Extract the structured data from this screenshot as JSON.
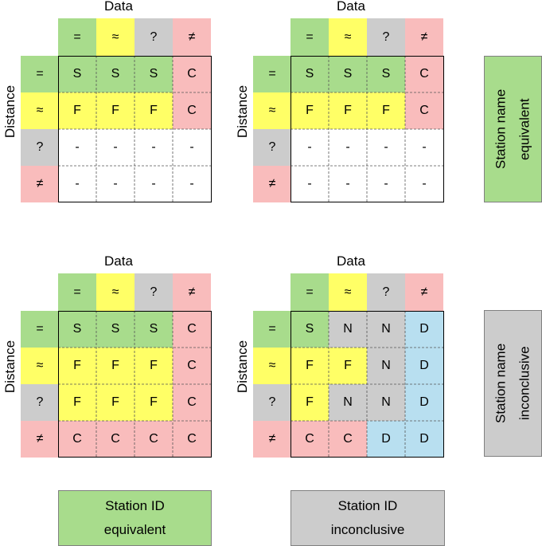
{
  "colors": {
    "equal": "#a8dc8c",
    "approx": "#ffff66",
    "unknown": "#cccccc",
    "different": "#f9bcbc",
    "disjoint": "#b8dff0",
    "empty": "#ffffff"
  },
  "axes": {
    "columns_label": "Data",
    "rows_label": "Distance"
  },
  "header_symbols": [
    "=",
    "≈",
    "?",
    "≠"
  ],
  "panels": [
    {
      "rows": [
        [
          "S",
          "S",
          "S",
          "C"
        ],
        [
          "F",
          "F",
          "F",
          "C"
        ],
        [
          "-",
          "-",
          "-",
          "-"
        ],
        [
          "-",
          "-",
          "-",
          "-"
        ]
      ],
      "fills": [
        [
          "equal",
          "equal",
          "equal",
          "different"
        ],
        [
          "approx",
          "approx",
          "approx",
          "different"
        ],
        [
          "empty",
          "empty",
          "empty",
          "empty"
        ],
        [
          "empty",
          "empty",
          "empty",
          "empty"
        ]
      ]
    },
    {
      "rows": [
        [
          "S",
          "S",
          "S",
          "C"
        ],
        [
          "F",
          "F",
          "F",
          "C"
        ],
        [
          "-",
          "-",
          "-",
          "-"
        ],
        [
          "-",
          "-",
          "-",
          "-"
        ]
      ],
      "fills": [
        [
          "equal",
          "equal",
          "equal",
          "different"
        ],
        [
          "approx",
          "approx",
          "approx",
          "different"
        ],
        [
          "empty",
          "empty",
          "empty",
          "empty"
        ],
        [
          "empty",
          "empty",
          "empty",
          "empty"
        ]
      ]
    },
    {
      "rows": [
        [
          "S",
          "S",
          "S",
          "C"
        ],
        [
          "F",
          "F",
          "F",
          "C"
        ],
        [
          "F",
          "F",
          "F",
          "C"
        ],
        [
          "C",
          "C",
          "C",
          "C"
        ]
      ],
      "fills": [
        [
          "equal",
          "equal",
          "equal",
          "different"
        ],
        [
          "approx",
          "approx",
          "approx",
          "different"
        ],
        [
          "approx",
          "approx",
          "approx",
          "different"
        ],
        [
          "different",
          "different",
          "different",
          "different"
        ]
      ]
    },
    {
      "rows": [
        [
          "S",
          "N",
          "N",
          "D"
        ],
        [
          "F",
          "F",
          "N",
          "D"
        ],
        [
          "F",
          "N",
          "N",
          "D"
        ],
        [
          "C",
          "C",
          "D",
          "D"
        ]
      ],
      "fills": [
        [
          "equal",
          "unknown",
          "unknown",
          "disjoint"
        ],
        [
          "approx",
          "approx",
          "unknown",
          "disjoint"
        ],
        [
          "approx",
          "unknown",
          "unknown",
          "disjoint"
        ],
        [
          "different",
          "different",
          "disjoint",
          "disjoint"
        ]
      ]
    }
  ],
  "row_notes": [
    {
      "line1": "Station name",
      "line2": "equivalent",
      "fill": "equal"
    },
    {
      "line1": "Station name",
      "line2": "inconclusive",
      "fill": "unknown"
    }
  ],
  "column_notes": [
    {
      "line1": "Station ID",
      "line2": "equivalent",
      "fill": "equal"
    },
    {
      "line1": "Station ID",
      "line2": "inconclusive",
      "fill": "unknown"
    }
  ]
}
